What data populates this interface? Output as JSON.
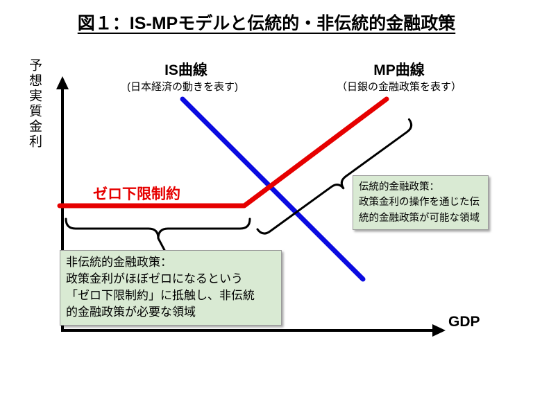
{
  "title": "図１：IS-MPモデルと伝統的・非伝統的金融政策",
  "axes": {
    "y_label": "予想実質金利",
    "x_label": "GDP"
  },
  "is_curve": {
    "label": "IS曲線",
    "subtitle": "(日本経済の動きを表す)",
    "color": "#0b0be0"
  },
  "mp_curve": {
    "label": "MP曲線",
    "subtitle": "（日銀の金融政策を表す）",
    "color": "#e60000"
  },
  "zero_lower_bound_label": "ゼロ下限制約",
  "traditional_policy_box": "伝統的金融政策：\n政策金利の操作を通じた伝\n統的金融政策が可能な領域",
  "unconventional_policy_box": "非伝統的金融政策：\n政策金利がほぼゼロになるという\n「ゼロ下限制約」に抵触し、非伝統\n的金融政策が必要な領域",
  "colors": {
    "axis": "#000000",
    "is_curve": "#0b0be0",
    "mp_curve": "#e60000",
    "note_box_bg": "#d9ead3",
    "note_box_border": "#9a9a9a",
    "zero_lower_bound_text": "#e60000"
  }
}
